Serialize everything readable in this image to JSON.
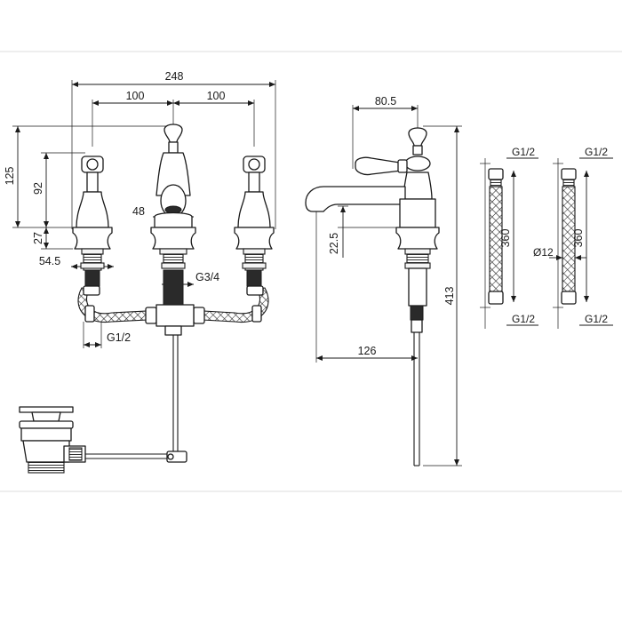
{
  "dimensions": {
    "overall_width": "248",
    "centre_left": "100",
    "centre_right": "100",
    "handle_height": "125",
    "spout_body_height": "92",
    "base_height": "27",
    "spout_inlet": "48",
    "body_diameter": "54.5",
    "outlet_thread": "G3/4",
    "tail_thread": "G1/2",
    "side_handle_offset": "80.5",
    "side_spout_drop": "22.5",
    "overall_height": "413",
    "spout_projection": "126"
  },
  "hose_left": {
    "top_thread": "G1/2",
    "length": "360",
    "bottom_thread": "G1/2"
  },
  "hose_right": {
    "top_thread": "G1/2",
    "length": "360",
    "diameter": "Ø12",
    "bottom_thread": "G1/2"
  }
}
